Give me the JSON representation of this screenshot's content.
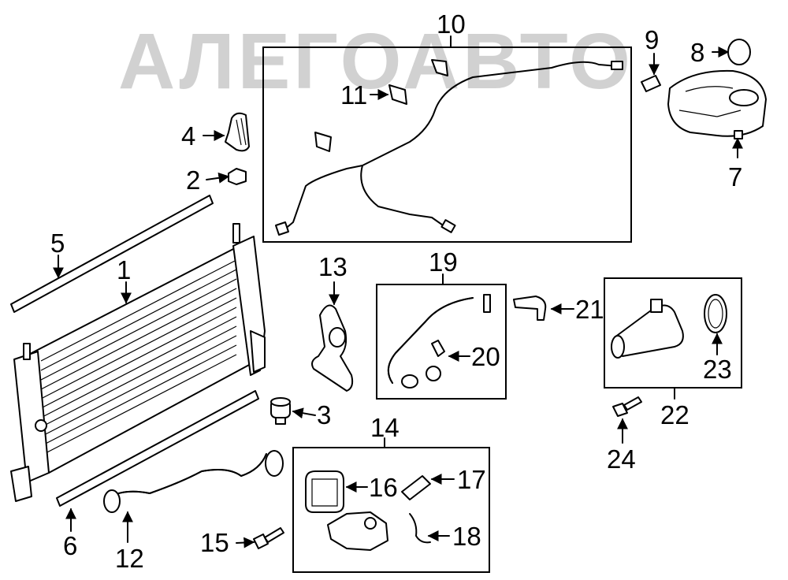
{
  "watermark": "АЛЕГОАВТО",
  "callouts": {
    "c1": "1",
    "c2": "2",
    "c3": "3",
    "c4": "4",
    "c5": "5",
    "c6": "6",
    "c7": "7",
    "c8": "8",
    "c9": "9",
    "c10": "10",
    "c11": "11",
    "c12": "12",
    "c13": "13",
    "c14": "14",
    "c15": "15",
    "c16": "16",
    "c17": "17",
    "c18": "18",
    "c19": "19",
    "c20": "20",
    "c21": "21",
    "c22": "22",
    "c23": "23",
    "c24": "24"
  }
}
